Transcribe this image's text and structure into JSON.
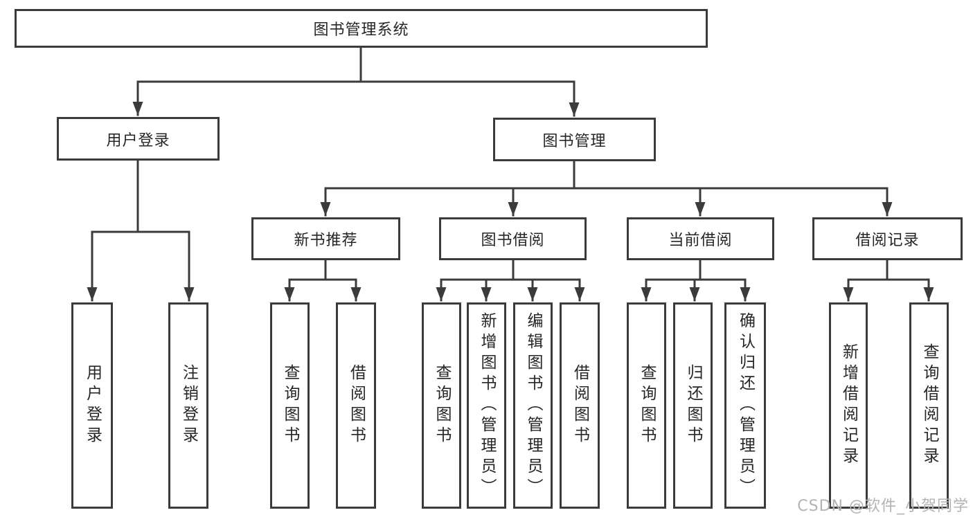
{
  "page": {
    "background": "#ffffff",
    "watermark": "CSDN @软件_小贺同学",
    "colors": {
      "line": "#3b3b3b",
      "text": "#262626",
      "watermark": "#b3b3b3"
    }
  },
  "root": {
    "label": "图书管理系统"
  },
  "groups": [
    {
      "label": "用户登录",
      "leaves": [
        {
          "label": "用户登录"
        },
        {
          "label": "注销登录"
        }
      ]
    },
    {
      "label": "图书管理",
      "sections": [
        {
          "label": "新书推荐",
          "leaves": [
            {
              "label": "查询图书"
            },
            {
              "label": "借阅图书"
            }
          ]
        },
        {
          "label": "图书借阅",
          "leaves": [
            {
              "label": "查询图书"
            },
            {
              "label": "新增图书（管理员）"
            },
            {
              "label": "编辑图书（管理员）"
            },
            {
              "label": "借阅图书"
            }
          ]
        },
        {
          "label": "当前借阅",
          "leaves": [
            {
              "label": "查询图书"
            },
            {
              "label": "归还图书"
            },
            {
              "label": "确认归还（管理员）"
            }
          ]
        },
        {
          "label": "借阅记录",
          "leaves": [
            {
              "label": "新增借阅记录"
            },
            {
              "label": "查询借阅记录"
            }
          ]
        }
      ]
    }
  ]
}
